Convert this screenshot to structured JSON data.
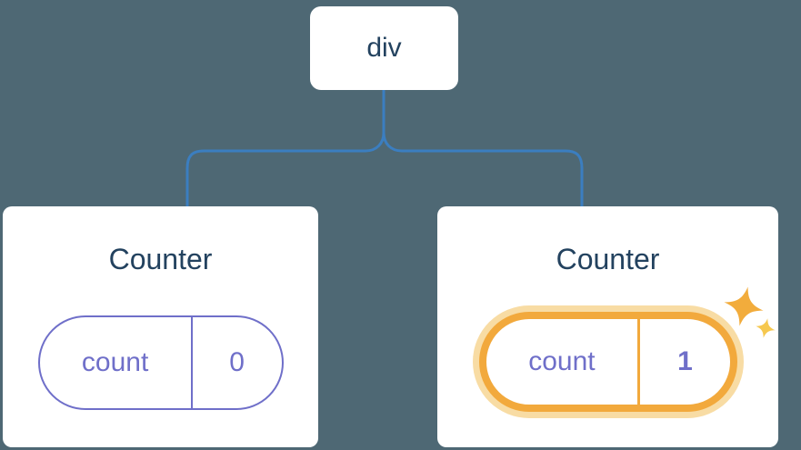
{
  "diagram": {
    "root": {
      "label": "div"
    },
    "nodes": [
      {
        "title": "Counter",
        "state_key": "count",
        "state_value": "0",
        "highlighted": false
      },
      {
        "title": "Counter",
        "state_key": "count",
        "state_value": "1",
        "highlighted": true
      }
    ],
    "icons": {
      "sparkle": "sparkle-icon"
    },
    "colors": {
      "background": "#4E6874",
      "connector": "#3B7EC0",
      "card_bg": "#FFFFFF",
      "title_text": "#23425F",
      "pill_purple": "#6F6FC9",
      "highlight_orange": "#F2A93C",
      "highlight_glow": "#F8DCA4",
      "sparkle": "#F2AC3C",
      "sparkle_small": "#F6C84F"
    }
  }
}
